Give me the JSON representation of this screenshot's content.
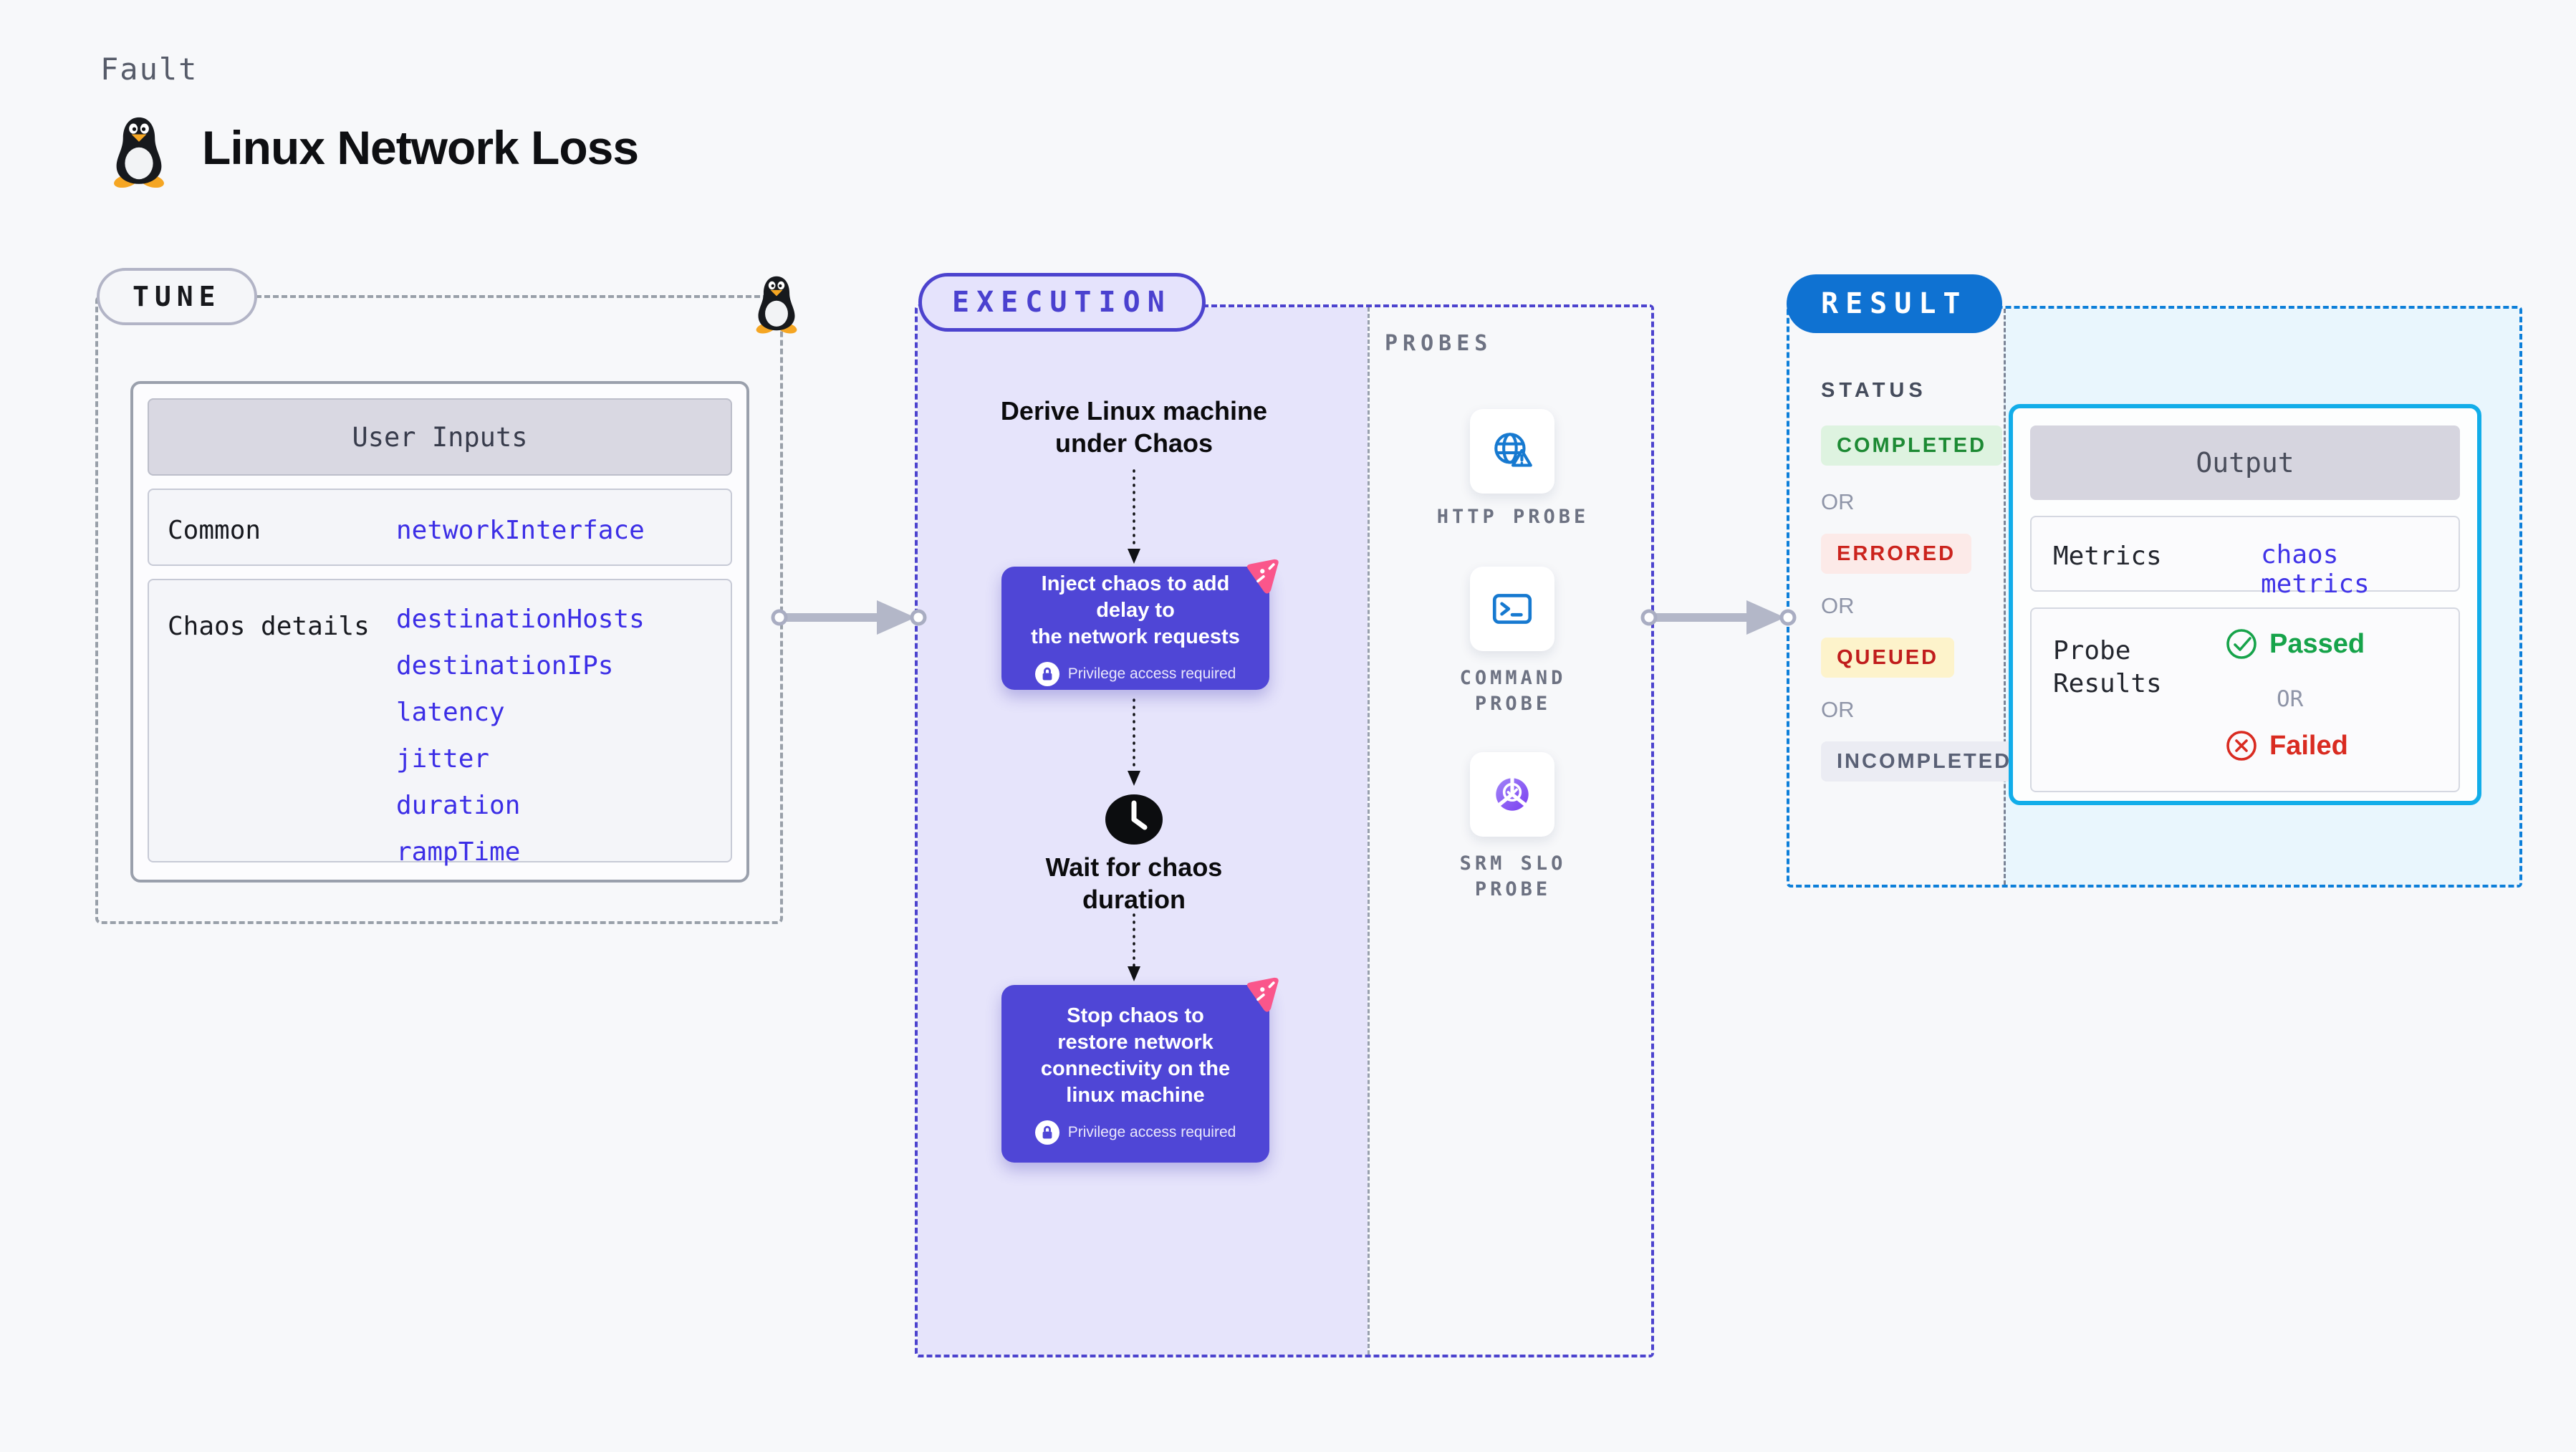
{
  "page": {
    "kicker": "Fault",
    "title": "Linux Network Loss"
  },
  "tune": {
    "pill": "TUNE",
    "card": {
      "header": "User Inputs",
      "rows": [
        {
          "label": "Common",
          "values": [
            "networkInterface"
          ]
        },
        {
          "label": "Chaos details",
          "values": [
            "destinationHosts",
            "destinationIPs",
            "latency",
            "jitter",
            "duration",
            "rampTime"
          ]
        }
      ]
    }
  },
  "execution": {
    "pill": "EXECUTION",
    "steps": {
      "derive": "Derive Linux machine\nunder Chaos",
      "inject": "Inject chaos to add delay to\nthe network requests",
      "privilege": "Privilege access required",
      "wait": "Wait for chaos\nduration",
      "stop": "Stop chaos to\nrestore network\nconnectivity on the\nlinux machine"
    },
    "probes": {
      "label": "PROBES",
      "items": [
        {
          "name": "HTTP PROBE",
          "icon": "globe-alert-icon"
        },
        {
          "name": "COMMAND\nPROBE",
          "icon": "terminal-icon"
        },
        {
          "name": "SRM SLO\nPROBE",
          "icon": "slo-pie-check-icon"
        }
      ]
    }
  },
  "result": {
    "pill": "RESULT",
    "status": {
      "label": "STATUS",
      "separator": "OR",
      "badges": [
        {
          "text": "COMPLETED",
          "color": "#1d8a34",
          "bg": "#def3e0"
        },
        {
          "text": "ERRORED",
          "color": "#cb231d",
          "bg": "#fceae8"
        },
        {
          "text": "QUEUED",
          "color": "#c01c1c",
          "bg": "#fdf3cb"
        },
        {
          "text": "INCOMPLETED",
          "color": "#596075",
          "bg": "#ebecf3"
        }
      ]
    },
    "output": {
      "header": "Output",
      "metrics_label": "Metrics",
      "metrics_value": "chaos metrics",
      "probe_label": "Probe\nResults",
      "passed": "Passed",
      "or": "OR",
      "failed": "Failed"
    }
  },
  "icons": {
    "tux": "linux-penguin",
    "lock": "padlock-circle",
    "clock": "clock-filled",
    "http_probe": "globe-with-alert",
    "command_probe": "terminal-window",
    "srm_probe": "pie-chart-check",
    "chaos_badge": "pink-chaos-triangle",
    "passed": "check-circle",
    "failed": "x-circle",
    "connector": "arrow-right",
    "flow": "dotted-arrow-down"
  },
  "colors": {
    "page_bg": "#f7f8fa",
    "accent_indigo": "#4c43ce",
    "node_purple": "#4f46d6",
    "execution_bg": "#e6e4fb",
    "result_pill_blue": "#0f72d2",
    "result_border_blue": "#0d7fd9",
    "result_bg": "#e9f6fd",
    "output_border_cyan": "#12ade9",
    "value_blue": "#3c2ee6",
    "passed_green": "#16a34a",
    "failed_red": "#d92b21",
    "chaos_pink": "#fa568b",
    "probe_icon_blue": "#1679d0"
  }
}
